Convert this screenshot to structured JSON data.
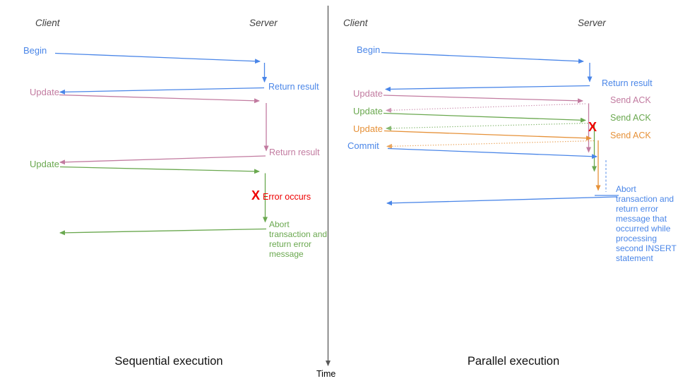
{
  "colors": {
    "blue": "#4a86e8",
    "pink": "#c27ba0",
    "green": "#6aa84f",
    "orange": "#e69138",
    "red": "#ee0000",
    "axis": "#595959",
    "header": "#3f3f3f",
    "caption": "#111111"
  },
  "time_axis": {
    "label": "Time"
  },
  "left": {
    "caption": "Sequential execution",
    "client_header": "Client",
    "server_header": "Server",
    "begin": "Begin",
    "return_result_1": "Return result",
    "update_1": "Update",
    "return_result_2": "Return result",
    "update_2": "Update",
    "error_x": "X",
    "error_label": "Error occurs",
    "abort_note": "Abort transaction and return error message"
  },
  "right": {
    "caption": "Parallel execution",
    "client_header": "Client",
    "server_header": "Server",
    "begin": "Begin",
    "return_result": "Return result",
    "update_1": "Update",
    "send_ack_1": "Send ACK",
    "update_2": "Update",
    "send_ack_2": "Send ACK",
    "update_3": "Update",
    "send_ack_3": "Send ACK",
    "commit": "Commit",
    "error_x": "X",
    "abort_note": "Abort transaction and return error message that occurred while processing second INSERT statement"
  }
}
